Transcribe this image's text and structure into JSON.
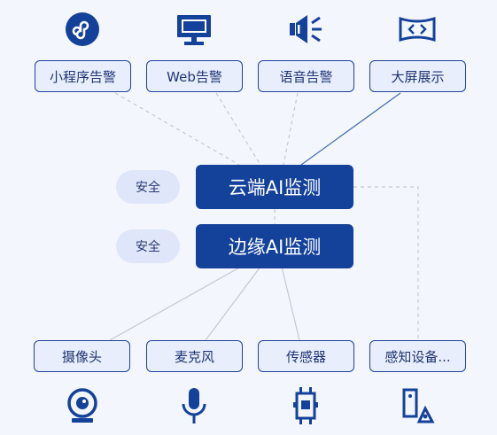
{
  "outputs": [
    {
      "label": "小程序告警",
      "icon": "mini-program-icon"
    },
    {
      "label": "Web告警",
      "icon": "monitor-icon"
    },
    {
      "label": "语音告警",
      "icon": "speaker-icon"
    },
    {
      "label": "大屏展示",
      "icon": "big-screen-icon"
    }
  ],
  "cloud": {
    "label": "云端AI监测",
    "badge": "安全"
  },
  "edge": {
    "label": "边缘AI监测",
    "badge": "安全"
  },
  "inputs": [
    {
      "label": "摄像头",
      "icon": "camera-icon"
    },
    {
      "label": "麦克风",
      "icon": "microphone-icon"
    },
    {
      "label": "传感器",
      "icon": "sensor-chip-icon"
    },
    {
      "label": "感知设备...",
      "icon": "perception-device-icon"
    }
  ],
  "colors": {
    "primary": "#14419a",
    "pill_bg": "#e8eefb",
    "badge_bg": "#dfe6fa",
    "background": "#f3f6fd",
    "line": "#c7ccd6"
  }
}
